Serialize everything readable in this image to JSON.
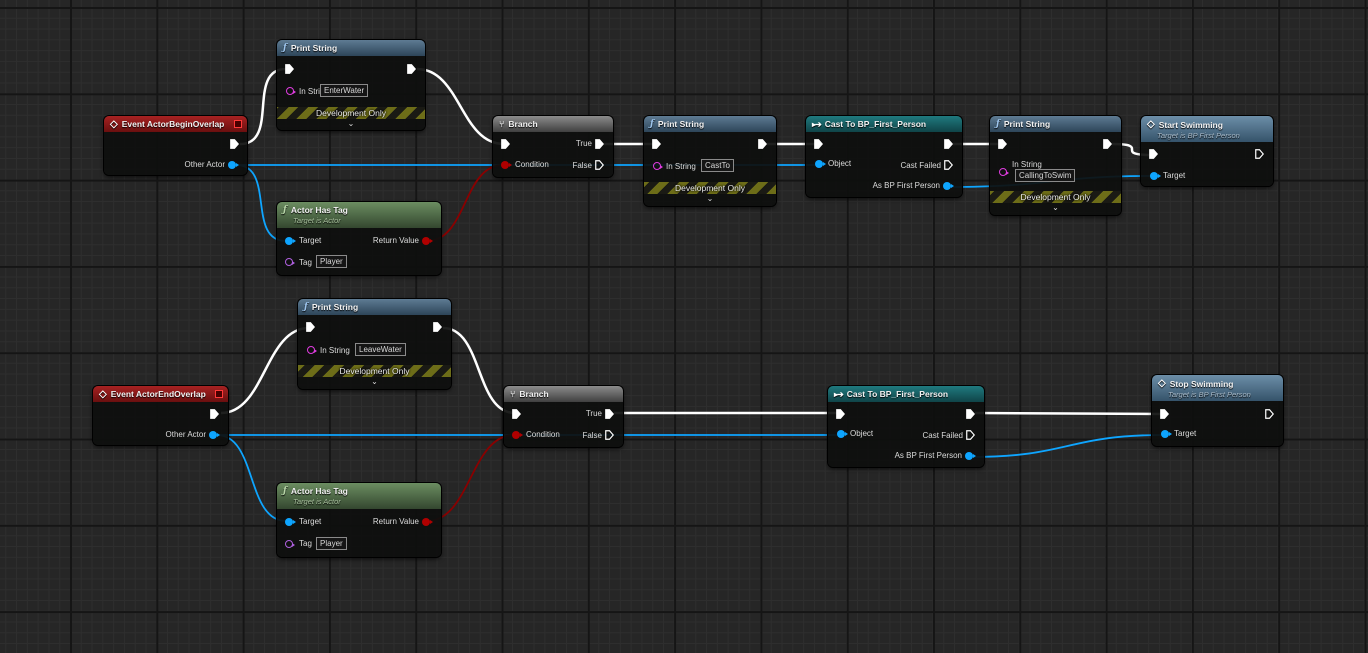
{
  "app": "Unreal Engine Blueprint Event Graph",
  "colors": {
    "exec_wire": "#ffffff",
    "object_wire": "#0ea5ff",
    "bool_wire": "#8a0000",
    "string_pin": "#e03ce0",
    "name_pin": "#b060e0",
    "event_header": "#a82222",
    "function_header": "#5e7b93",
    "pure_header": "#6b8d61",
    "cast_header": "#1f7a7f"
  },
  "common": {
    "dev_only": "Development Only",
    "in_string": "In String",
    "target": "Target",
    "tag": "Tag",
    "return_value": "Return Value",
    "condition": "Condition",
    "true": "True",
    "false": "False",
    "object": "Object",
    "cast_failed": "Cast Failed",
    "as_bp": "As BP First Person",
    "other_actor": "Other Actor",
    "target_is_actor": "Target is Actor",
    "target_is_bp": "Target is BP First Person"
  },
  "nodes": {
    "event_begin": {
      "title": "Event ActorBeginOverlap"
    },
    "print1": {
      "title": "Print String",
      "in_string": "EnterWater"
    },
    "hastag1": {
      "title": "Actor Has Tag",
      "tag_value": "Player"
    },
    "branch1": {
      "title": "Branch"
    },
    "print2": {
      "title": "Print String",
      "in_string": "CastTo"
    },
    "cast1": {
      "title": "Cast To BP_First_Person"
    },
    "print3": {
      "title": "Print String",
      "in_string": "CallingToSwim"
    },
    "start_swim": {
      "title": "Start Swimming"
    },
    "event_end": {
      "title": "Event ActorEndOverlap"
    },
    "print4": {
      "title": "Print String",
      "in_string": "LeaveWater"
    },
    "hastag2": {
      "title": "Actor Has Tag",
      "tag_value": "Player"
    },
    "branch2": {
      "title": "Branch"
    },
    "cast2": {
      "title": "Cast To BP_First_Person"
    },
    "stop_swim": {
      "title": "Stop Swimming"
    }
  },
  "icons": {
    "function": "ƒ",
    "event": "◇",
    "branch": "⑂",
    "cast": "▸➔",
    "chevron": "⌄"
  }
}
